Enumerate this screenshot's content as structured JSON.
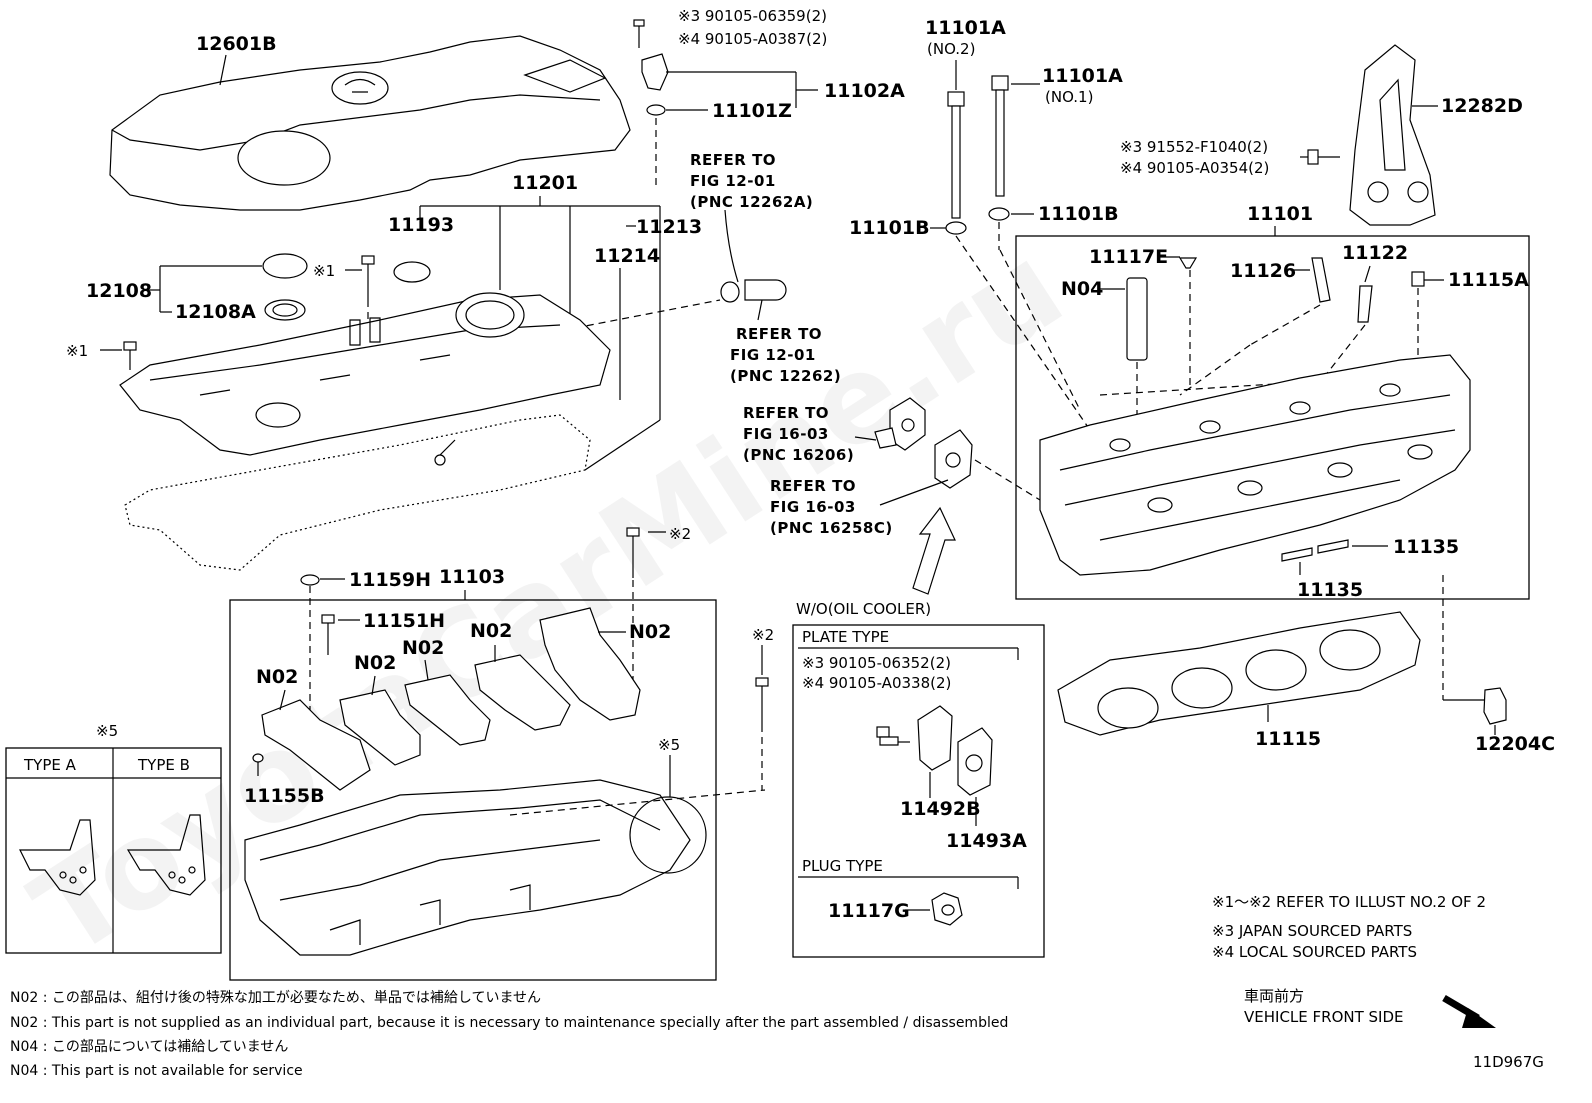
{
  "labels": {
    "p12601B": "12601B",
    "p11102A": "11102A",
    "p11101Z": "11101Z",
    "p11201": "11201",
    "p11193": "11193",
    "p11213": "11213",
    "p11214": "11214",
    "p12108": "12108",
    "p12108A": "12108A",
    "x1a": "※1",
    "x1b": "※1",
    "p11159H": "11159H",
    "p11103": "11103",
    "x2a": "※2",
    "x2b": "※2",
    "p11151H": "11151H",
    "n02a": "N02",
    "n02b": "N02",
    "n02c": "N02",
    "n02d": "N02",
    "n02e": "N02",
    "p11155B": "11155B",
    "x5a": "※5",
    "x5b": "※5",
    "p11101A_no2": "11101A",
    "no2": "(NO.2)",
    "p11101A_no1": "11101A",
    "no1": "(NO.1)",
    "p12282D": "12282D",
    "p11101B_l": "11101B",
    "p11101B_r": "11101B",
    "p11101": "11101",
    "p11117E": "11117E",
    "p11126": "11126",
    "p11122": "11122",
    "p11115A": "11115A",
    "n04": "N04",
    "p11135a": "11135",
    "p11135b": "11135",
    "p11115": "11115",
    "p12204C": "12204C",
    "p11492B": "11492B",
    "p11493A": "11493A",
    "p11117G": "11117G",
    "code": "11D967G"
  },
  "bolt_refs": {
    "top_j": "※3 90105-06359(2)",
    "top_l": "※4 90105-A0387(2)",
    "br_j": "※3 91552-F1040(2)",
    "br_l": "※4 90105-A0354(2)",
    "pl_j": "※3 90105-06352(2)",
    "pl_l": "※4 90105-A0338(2)"
  },
  "refs": {
    "r1": [
      "REFER TO",
      "FIG 12-01",
      "(PNC 12262A)"
    ],
    "r2": [
      "REFER TO",
      "FIG 12-01",
      "(PNC 12262)"
    ],
    "r3": [
      "REFER TO",
      "FIG 16-03",
      "(PNC 16206)"
    ],
    "r4": [
      "REFER TO",
      "FIG 16-03",
      "(PNC 16258C)"
    ]
  },
  "oil_cooler": {
    "title": "W/O(OIL COOLER)",
    "plate": "PLATE TYPE",
    "plug": "PLUG TYPE"
  },
  "types": {
    "a": "TYPE A",
    "b": "TYPE B"
  },
  "legend": {
    "l1": "※1～※2  REFER TO ILLUST NO.2 OF 2",
    "l2": "※3  JAPAN SOURCED PARTS",
    "l3": "※4  LOCAL SOURCED PARTS"
  },
  "front": {
    "jp": "車両前方",
    "en": "VEHICLE FRONT SIDE"
  },
  "footnotes": [
    "N02 : この部品は、組付け後の特殊な加工が必要なため、単品では補給していません",
    "N02 : This part is not supplied as an individual part, because it is necessary to maintenance specially after the part assembled / disassembled",
    "N04 : この部品については補給していません",
    "N04 : This part is not available for service"
  ],
  "watermark": "ToyotaCarMine.ru",
  "icons": [
    "bolt-icon",
    "gasket-icon",
    "arrow-icon"
  ]
}
